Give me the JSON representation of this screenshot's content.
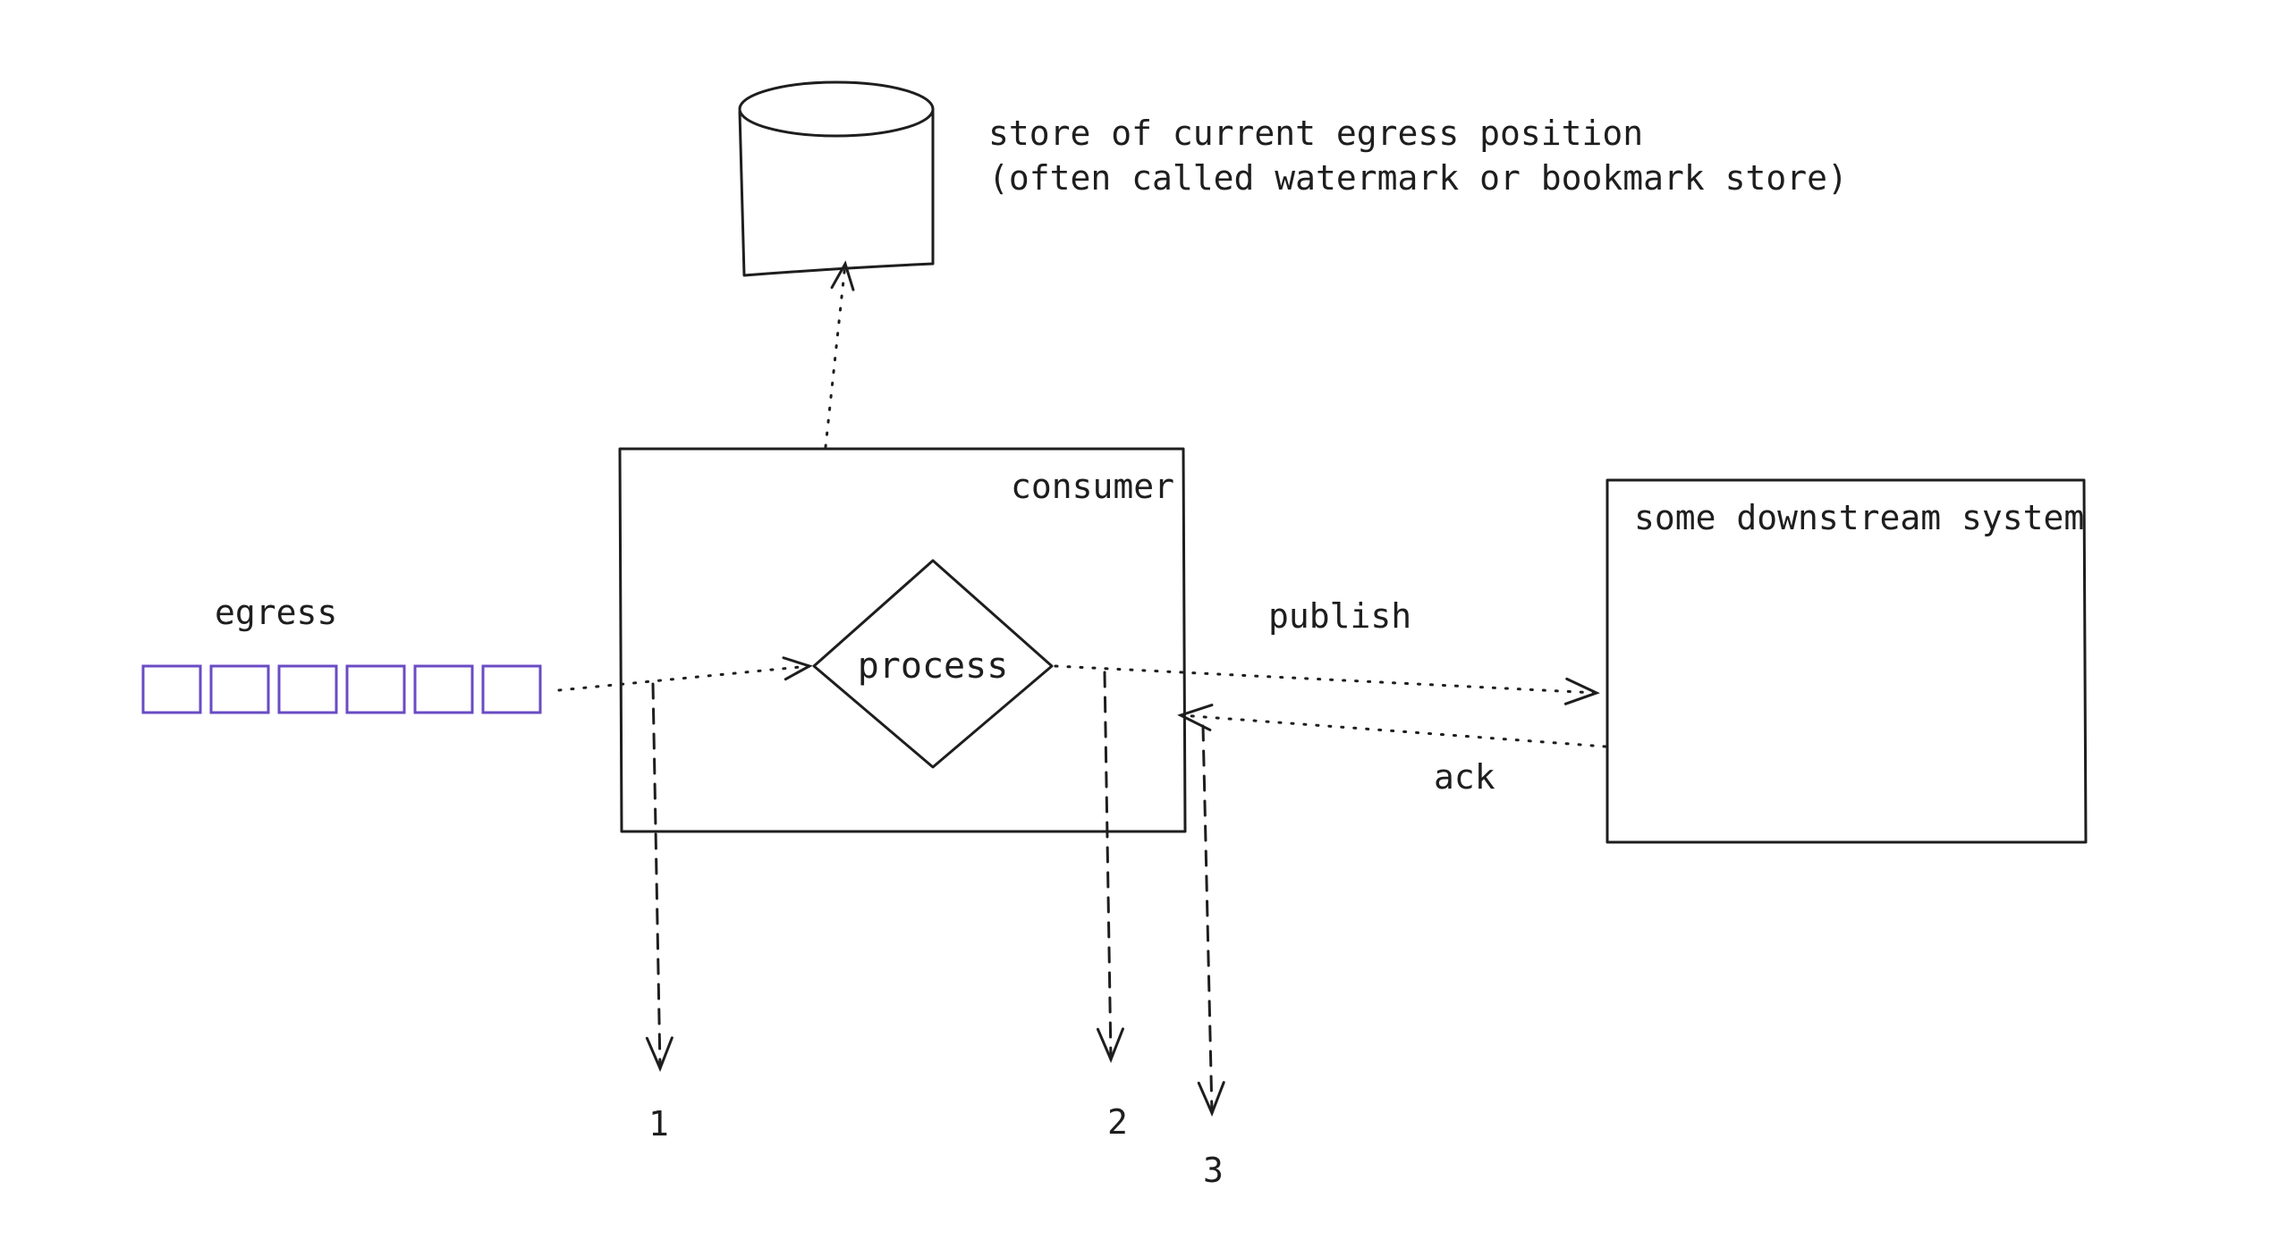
{
  "diagram": {
    "store": {
      "label_line1": "store of current egress position",
      "label_line2": "(often called watermark or bookmark store)"
    },
    "consumer": {
      "label": "consumer"
    },
    "process": {
      "label": "process"
    },
    "egress": {
      "label": "egress",
      "cell_count": 6,
      "color": "#6a4bc4"
    },
    "downstream": {
      "label": "some downstream system"
    },
    "edges": {
      "publish_label": "publish",
      "ack_label": "ack"
    },
    "markers": [
      "1",
      "2",
      "3"
    ],
    "colors": {
      "ink": "#1e1e1e",
      "queue": "#6a4bc4",
      "background": "#ffffff"
    }
  }
}
